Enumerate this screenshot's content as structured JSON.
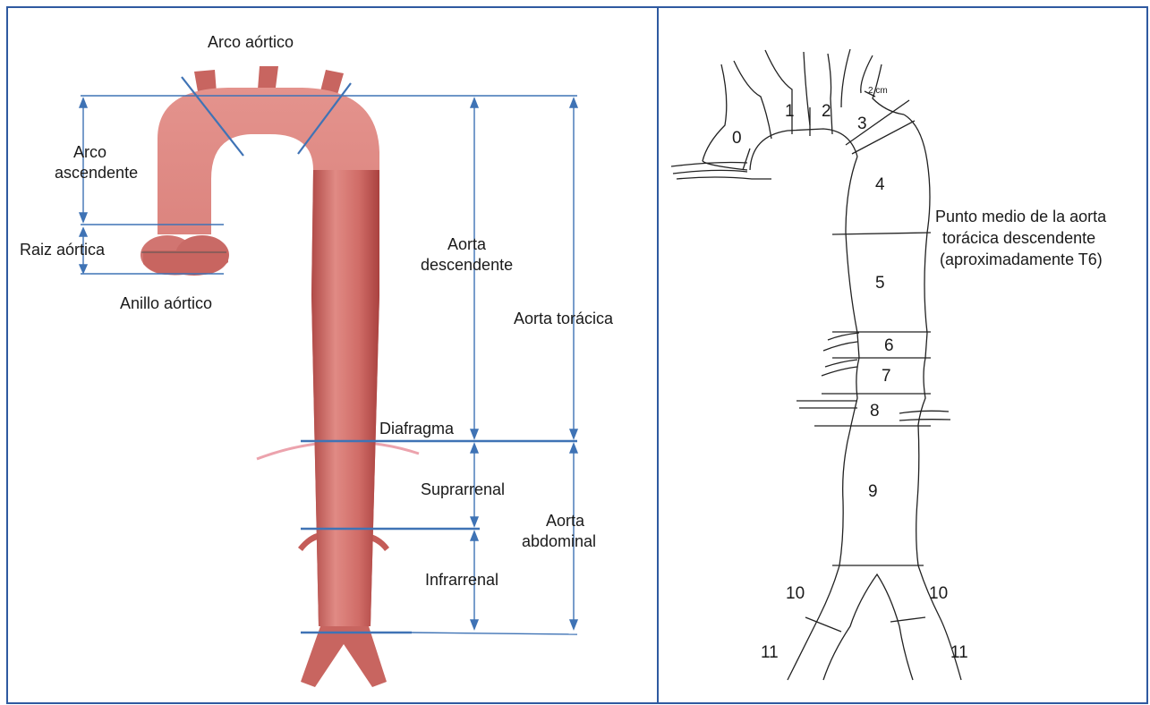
{
  "left_panel": {
    "labels": {
      "arco_aortico": "Arco aórtico",
      "arco_line1": "Arco",
      "arco_line2": "ascendente",
      "raiz": "Raiz aórtica",
      "anillo": "Anillo  aórtico",
      "aorta_desc_line1": "Aorta",
      "aorta_desc_line2": "descendente",
      "aorta_toracica": "Aorta torácica",
      "diafragma": "Diafragma",
      "suprarrenal": "Suprarrenal",
      "aorta_abd_line1": "Aorta",
      "aorta_abd_line2": "abdominal",
      "infrarrenal": "Infrarrenal"
    },
    "colors": {
      "aorta_fill": "#cf6a66",
      "aorta_dark": "#a9413f",
      "measure_line": "#3f73b5",
      "diaphragm": "#e58d9a"
    }
  },
  "right_panel": {
    "segments": [
      "0",
      "1",
      "2",
      "3",
      "4",
      "5",
      "6",
      "7",
      "8",
      "9",
      "10",
      "10",
      "11",
      "11"
    ],
    "small_note": "2 cm",
    "midpoint_line1": "Punto medio de la aorta",
    "midpoint_line2": "torácica descendente",
    "midpoint_line3": "(aproximadamente T6)"
  },
  "colors": {
    "frame_border": "#2f5aa0"
  }
}
